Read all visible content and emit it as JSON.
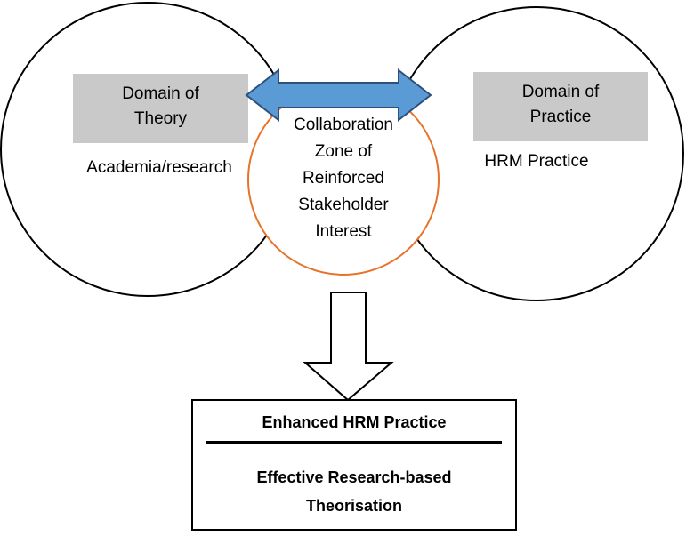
{
  "diagram": {
    "left_box_title": "Domain of Theory",
    "left_box_title_line1": "Domain of",
    "left_box_title_line2": "Theory",
    "left_caption": "Academia/research",
    "right_box_title_line1": "Domain of",
    "right_box_title_line2": "Practice",
    "right_caption": "HRM Practice",
    "center_lines": [
      "Collaboration",
      "Zone of",
      "Reinforced",
      "Stakeholder",
      "Interest"
    ],
    "output_title": "Enhanced HRM Practice",
    "output_line1": "Effective Research-based",
    "output_line2": "Theorisation"
  },
  "colors": {
    "center_circle_stroke": "#E8732A",
    "arrow_fill": "#5B9BD5",
    "arrow_stroke": "#2F4F7F",
    "box_fill": "#C9C9C9",
    "outline": "#000000"
  }
}
